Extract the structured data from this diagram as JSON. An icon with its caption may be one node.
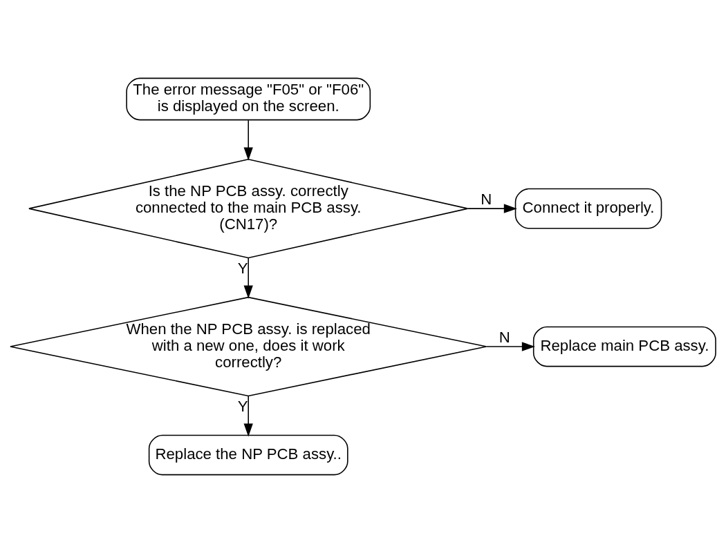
{
  "diagram": {
    "nodes": [
      {
        "text": [
          "The error message \"F05\" or \"F06\" is displayed on the screen."
        ]
      },
      {
        "text": [
          "Is the NP PCB assy. correctly connected to the main PCB assy. (CN17)?"
        ]
      },
      {
        "text": [
          "Connect it properly."
        ]
      },
      {
        "text": [
          "When the NP PCB assy. is replaced with a new one, does it work correctly?"
        ]
      },
      {
        "text": [
          "Replace main PCB assy."
        ]
      },
      {
        "text": [
          "Replace the NP PCB assy.."
        ]
      }
    ],
    "edges": [
      {
        "from": 0,
        "to": 1,
        "arrow": "to"
      },
      {
        "from": 1,
        "to": 2,
        "arrow": "to",
        "label": "N"
      },
      {
        "from": 1,
        "to": 3,
        "arrow": "to",
        "label": "Y"
      },
      {
        "from": 3,
        "to": 4,
        "arrow": "to",
        "label": "N"
      },
      {
        "from": 3,
        "to": 5,
        "arrow": "to",
        "label": "Y"
      }
    ]
  }
}
